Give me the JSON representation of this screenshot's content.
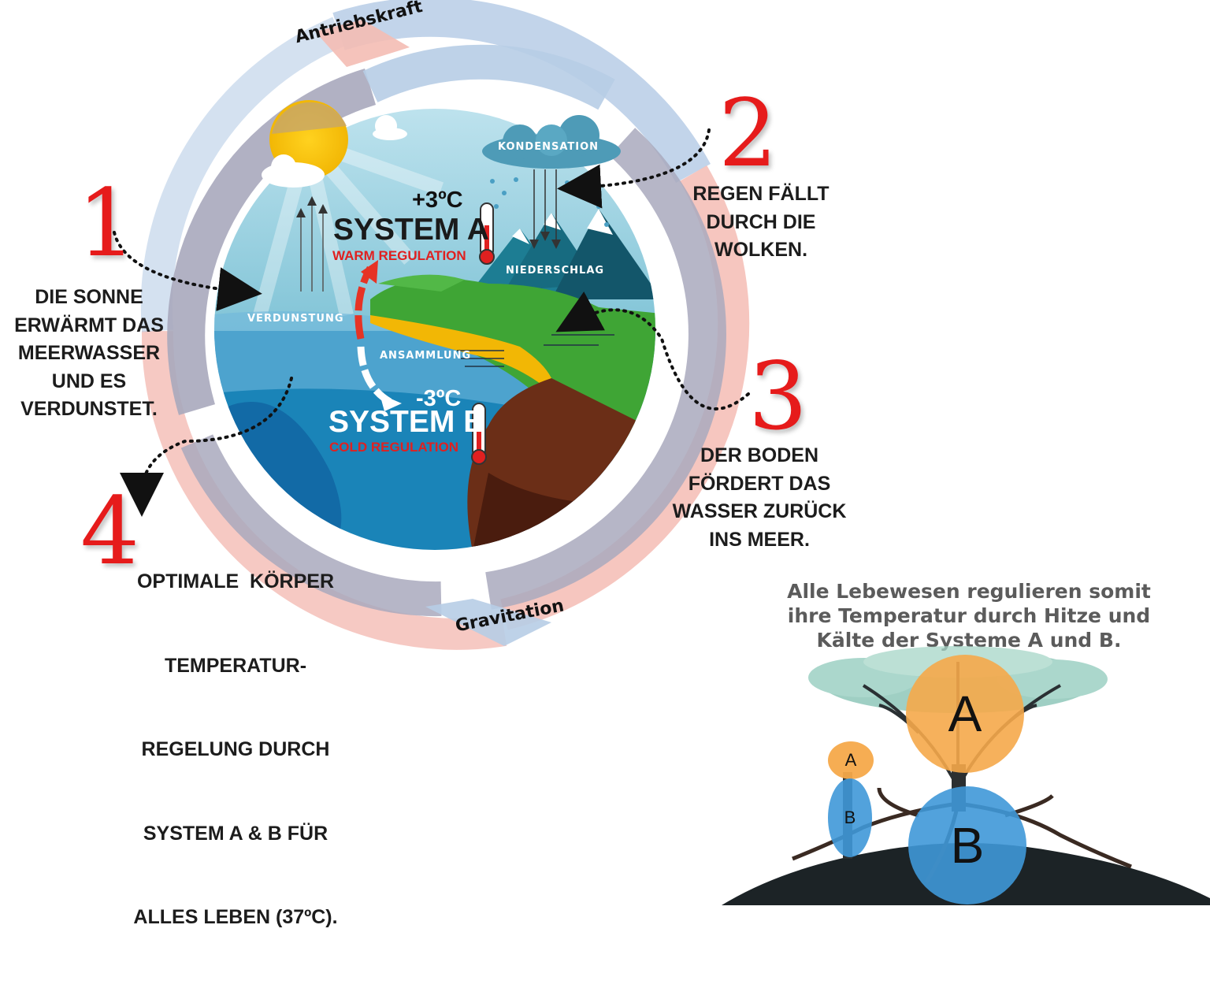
{
  "diagram": {
    "forces": {
      "top": "Antriebskraft",
      "bottom": "Gravitation"
    },
    "globe_labels": {
      "kondensation": "KONDENSATION",
      "niederschlag": "NIEDERSCHLAG",
      "verdunstung": "VERDUNSTUNG",
      "ansammlung": "ANSAMMLUNG"
    },
    "system_a": {
      "temp": "+3ºC",
      "name": "SYSTEM A",
      "regulation": "WARM REGULATION"
    },
    "system_b": {
      "temp": "-3ºC",
      "name": "SYSTEM B",
      "regulation": "COLD REGULATION"
    },
    "steps": [
      {
        "number": "1",
        "lines": [
          "DIE SONNE",
          "ERWÄRMT DAS",
          "MEERWASSER",
          "UND ES",
          "VERDUNSTET."
        ]
      },
      {
        "number": "2",
        "lines": [
          "REGEN FÄLLT",
          "DURCH DIE",
          "WOLKEN."
        ]
      },
      {
        "number": "3",
        "lines": [
          "DER BODEN",
          "FÖRDERT DAS",
          "WASSER ZURÜCK",
          "INS MEER."
        ]
      },
      {
        "number": "4",
        "lines": [
          "OPTIMALE  KÖRPER",
          "TEMPERATUR-",
          "REGELUNG DURCH",
          "SYSTEM A & B FÜR",
          "ALLES LEBEN (37ºC)."
        ]
      }
    ],
    "summary_lines": [
      "Alle Lebewesen regulieren somit",
      "ihre Temperatur durch Hitze und",
      "Kälte der Systeme A und B."
    ],
    "tree": {
      "big_a": "A",
      "big_b": "B",
      "small_a": "A",
      "small_b": "B",
      "colors": {
        "a": "#f5a94a",
        "b": "#3f98d8"
      }
    },
    "colors": {
      "step_number": "#e61b1b",
      "regulation_text": "#e02020",
      "ring_gray": "#a9a9bd",
      "ring_blue": "#b7cde6",
      "ring_pink": "#f4bcb4"
    }
  }
}
